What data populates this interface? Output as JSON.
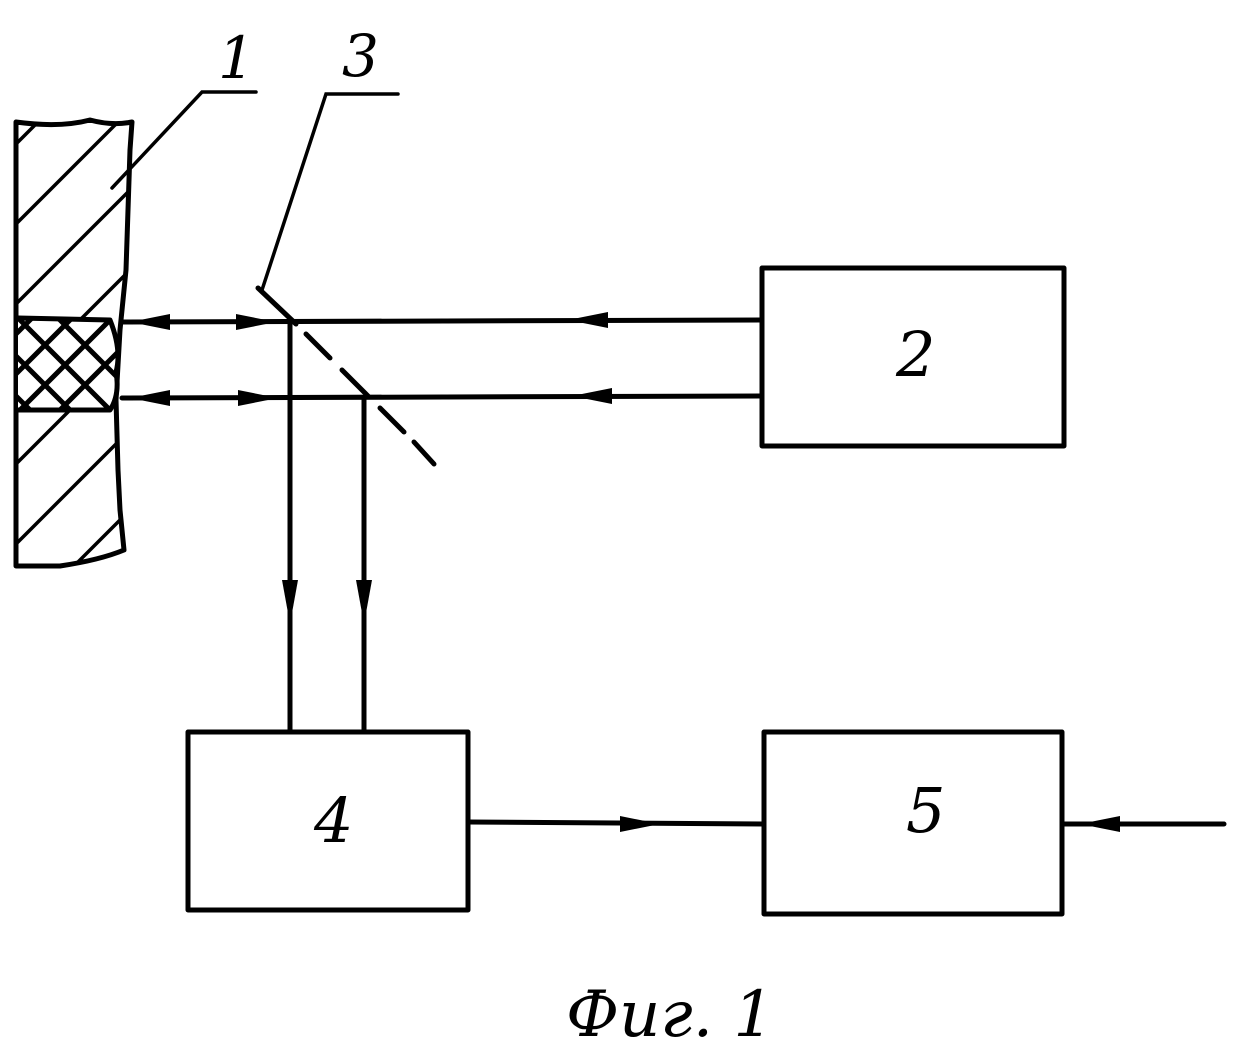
{
  "figure": {
    "caption": "Фиг. 1"
  },
  "elements": {
    "object": {
      "ref": "1"
    },
    "mirror": {
      "ref": "3"
    },
    "box_2": {
      "label": "2"
    },
    "box_4": {
      "label": "4"
    },
    "box_5": {
      "label": "5"
    }
  },
  "colors": {
    "ink": "#000000",
    "paper": "#ffffff"
  }
}
